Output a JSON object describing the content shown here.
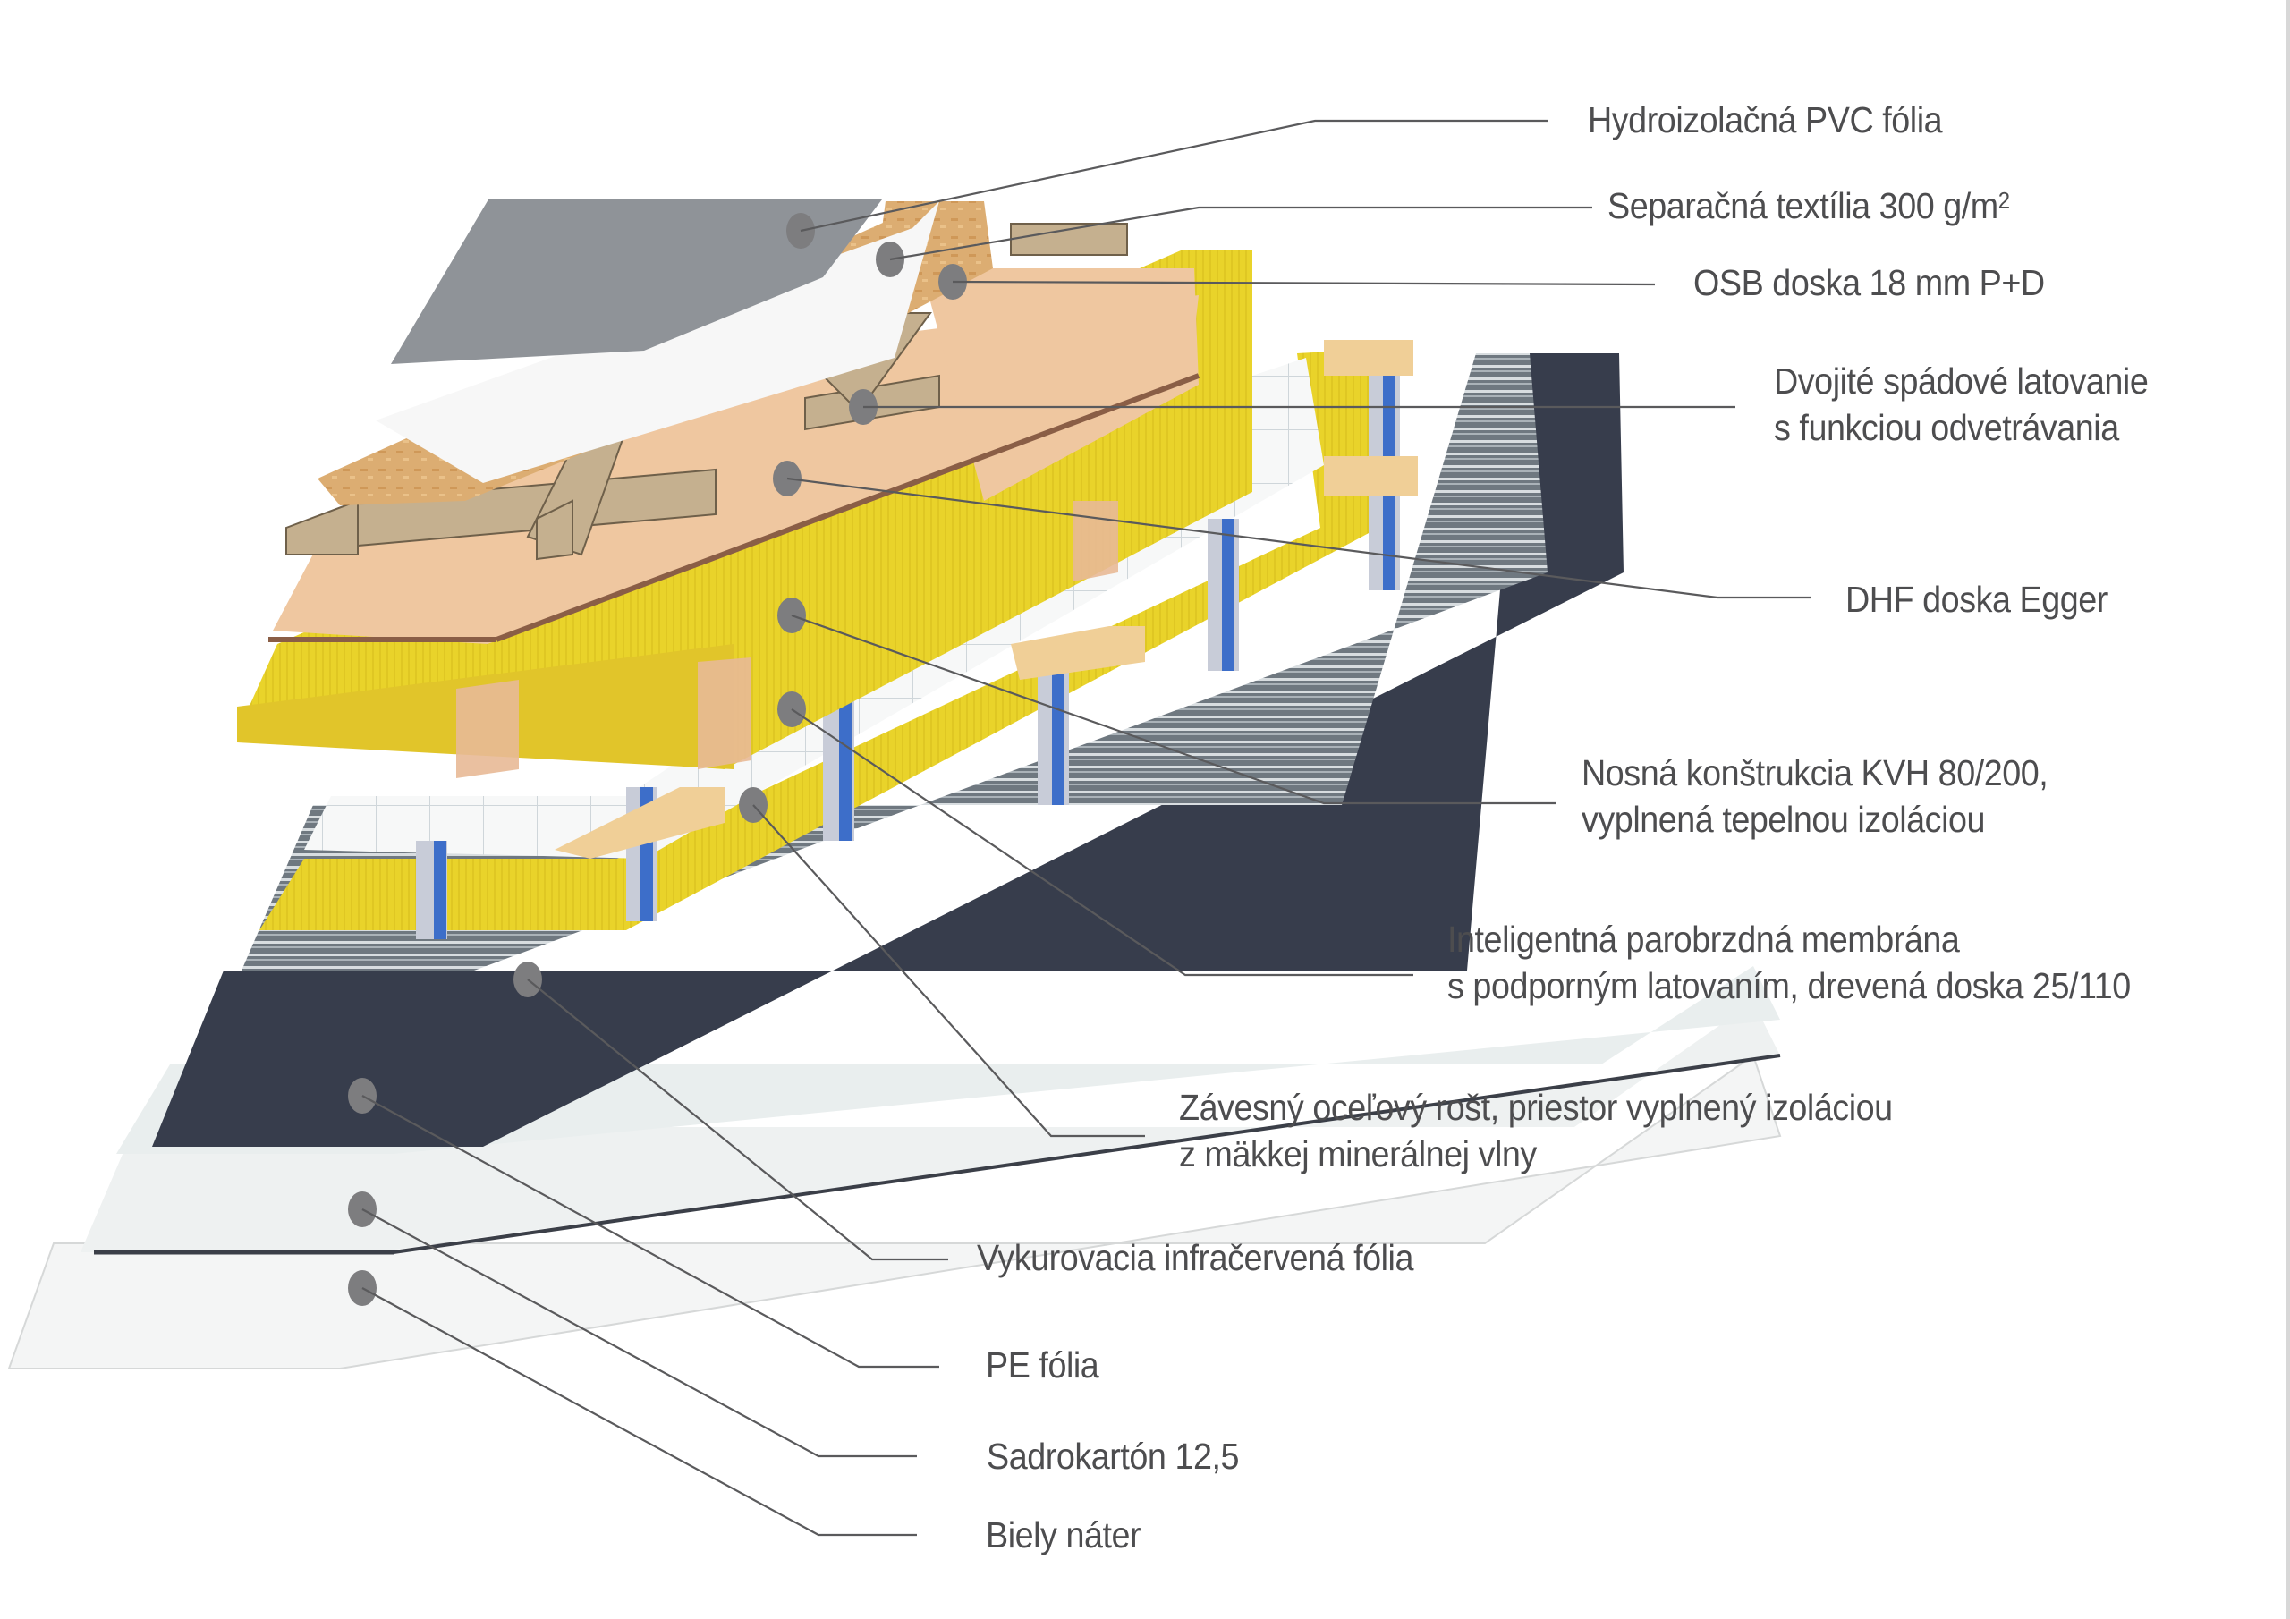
{
  "diagram": {
    "title": "Skladba strechy",
    "layers": [
      {
        "id": "pvc",
        "label": "Hydroizolačná PVC fólia",
        "color": "#8f9398"
      },
      {
        "id": "textile",
        "label": "Separačná textília 300 g/m",
        "sup": "2",
        "color": "#f2f2f2"
      },
      {
        "id": "osb",
        "label": "OSB doska 18 mm P+D",
        "color": "#d9a86a"
      },
      {
        "id": "battens",
        "label_lines": [
          "Dvojité spádové latovanie",
          "s funkciou odvetrávania"
        ],
        "color": "#c2b08e"
      },
      {
        "id": "dhf",
        "label": "DHF doska Egger",
        "color": "#efc9a0"
      },
      {
        "id": "kvh",
        "label_lines": [
          "Nosná konštrukcia KVH 80/200,",
          "vyplnená tepelnou izoláciou"
        ],
        "color": "#e8cf2a"
      },
      {
        "id": "membrane",
        "label_lines": [
          "Inteligentná parobrzdná membrána",
          "s podporným latovaním, drevená doska 25/110"
        ],
        "color": "#ffffff"
      },
      {
        "id": "steel",
        "label_lines": [
          "Závesný oceľový rošt, priestor vyplnený izoláciou",
          "z mäkkej minerálnej vlny"
        ],
        "color": "#9aa3ab"
      },
      {
        "id": "heating",
        "label": "Vykurovacia infračervená fólia",
        "color": "#373d4c"
      },
      {
        "id": "pe",
        "label": "PE fólia",
        "color": "#e9eeee"
      },
      {
        "id": "gypsum",
        "label": "Sadrokartón 12,5",
        "color": "#f0f1f1"
      },
      {
        "id": "paint",
        "label": "Biely náter",
        "color": "#f6f6f6"
      }
    ],
    "leader_color": "#5a5a5c",
    "text_color": "#4d4d4f"
  }
}
